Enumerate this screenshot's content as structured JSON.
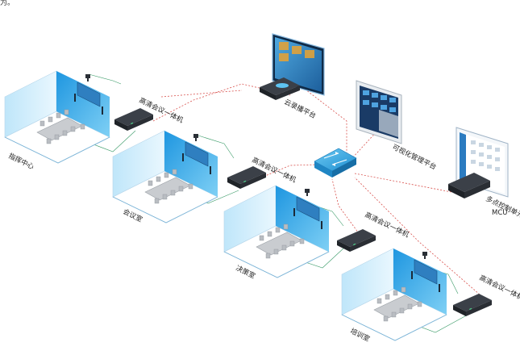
{
  "top_fragment": "为。",
  "rooms": [
    {
      "label": "指挥中心",
      "device_label": "高清会议一体机"
    },
    {
      "label": "会议室",
      "device_label": "高清会议一体机"
    },
    {
      "label": "决策室",
      "device_label": "高清会议一体机"
    },
    {
      "label": "培训室",
      "device_label": "高清会议一体机"
    }
  ],
  "cloud_platform": {
    "label": "云录播平台"
  },
  "visual_platform": {
    "label": "可视化管理平台"
  },
  "mcu": {
    "label_line1": "多点控制单元",
    "label_line2": "MCU"
  },
  "colors": {
    "room_wall": "#2aa3e6",
    "link_red": "#d9534f",
    "link_green": "#3a9b68",
    "switch": "#29a0dc"
  }
}
